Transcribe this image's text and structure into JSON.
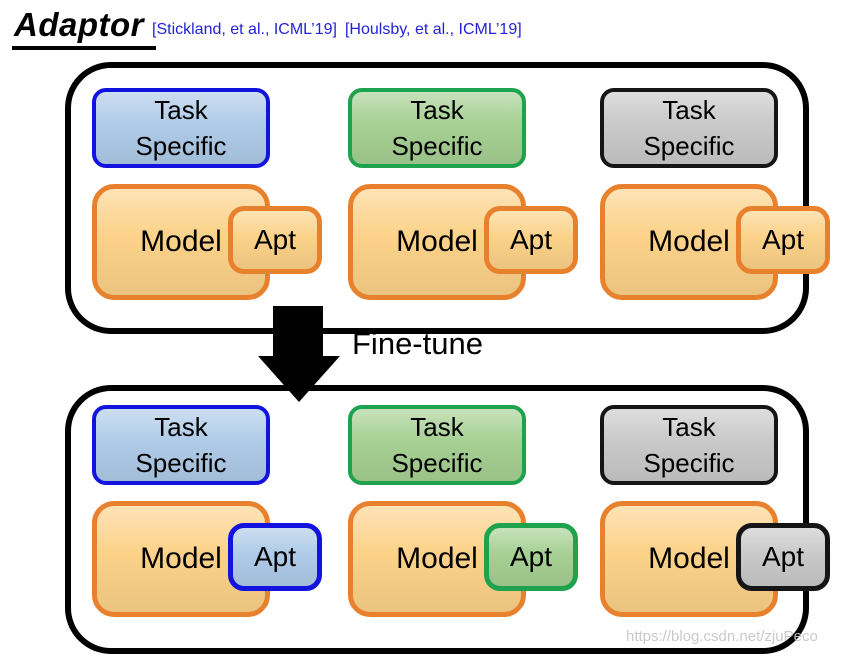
{
  "title": "Adaptor",
  "citations": [
    "[Stickland, et al., ICML’19]",
    "[Houlsby, et al., ICML’19]"
  ],
  "arrow_label": "Fine-tune",
  "watermark": "https://blog.csdn.net/zjuPeco",
  "stages": {
    "before": {
      "columns": [
        {
          "variant": "blue",
          "task": "Task Specific",
          "model": "Model",
          "apt": "Apt"
        },
        {
          "variant": "green",
          "task": "Task Specific",
          "model": "Model",
          "apt": "Apt"
        },
        {
          "variant": "gray",
          "task": "Task Specific",
          "model": "Model",
          "apt": "Apt"
        }
      ]
    },
    "after": {
      "columns": [
        {
          "variant": "blue",
          "task": "Task Specific",
          "model": "Model",
          "apt": "Apt"
        },
        {
          "variant": "green",
          "task": "Task Specific",
          "model": "Model",
          "apt": "Apt"
        },
        {
          "variant": "gray",
          "task": "Task Specific",
          "model": "Model",
          "apt": "Apt"
        }
      ]
    }
  },
  "colors": {
    "citation_blue": "#2222D6",
    "blue_border": "#1313E0",
    "blue_fill": "#AECBE8",
    "green_border": "#1EA24D",
    "green_fill": "#A6D093",
    "gray_border": "#151515",
    "gray_fill": "#C9C9C9",
    "orange_border": "#E8812E",
    "orange_fill": "#FCD289",
    "frame_border": "#000000",
    "arrow_black": "#000000",
    "watermark_gray": "#C8C8C8"
  }
}
